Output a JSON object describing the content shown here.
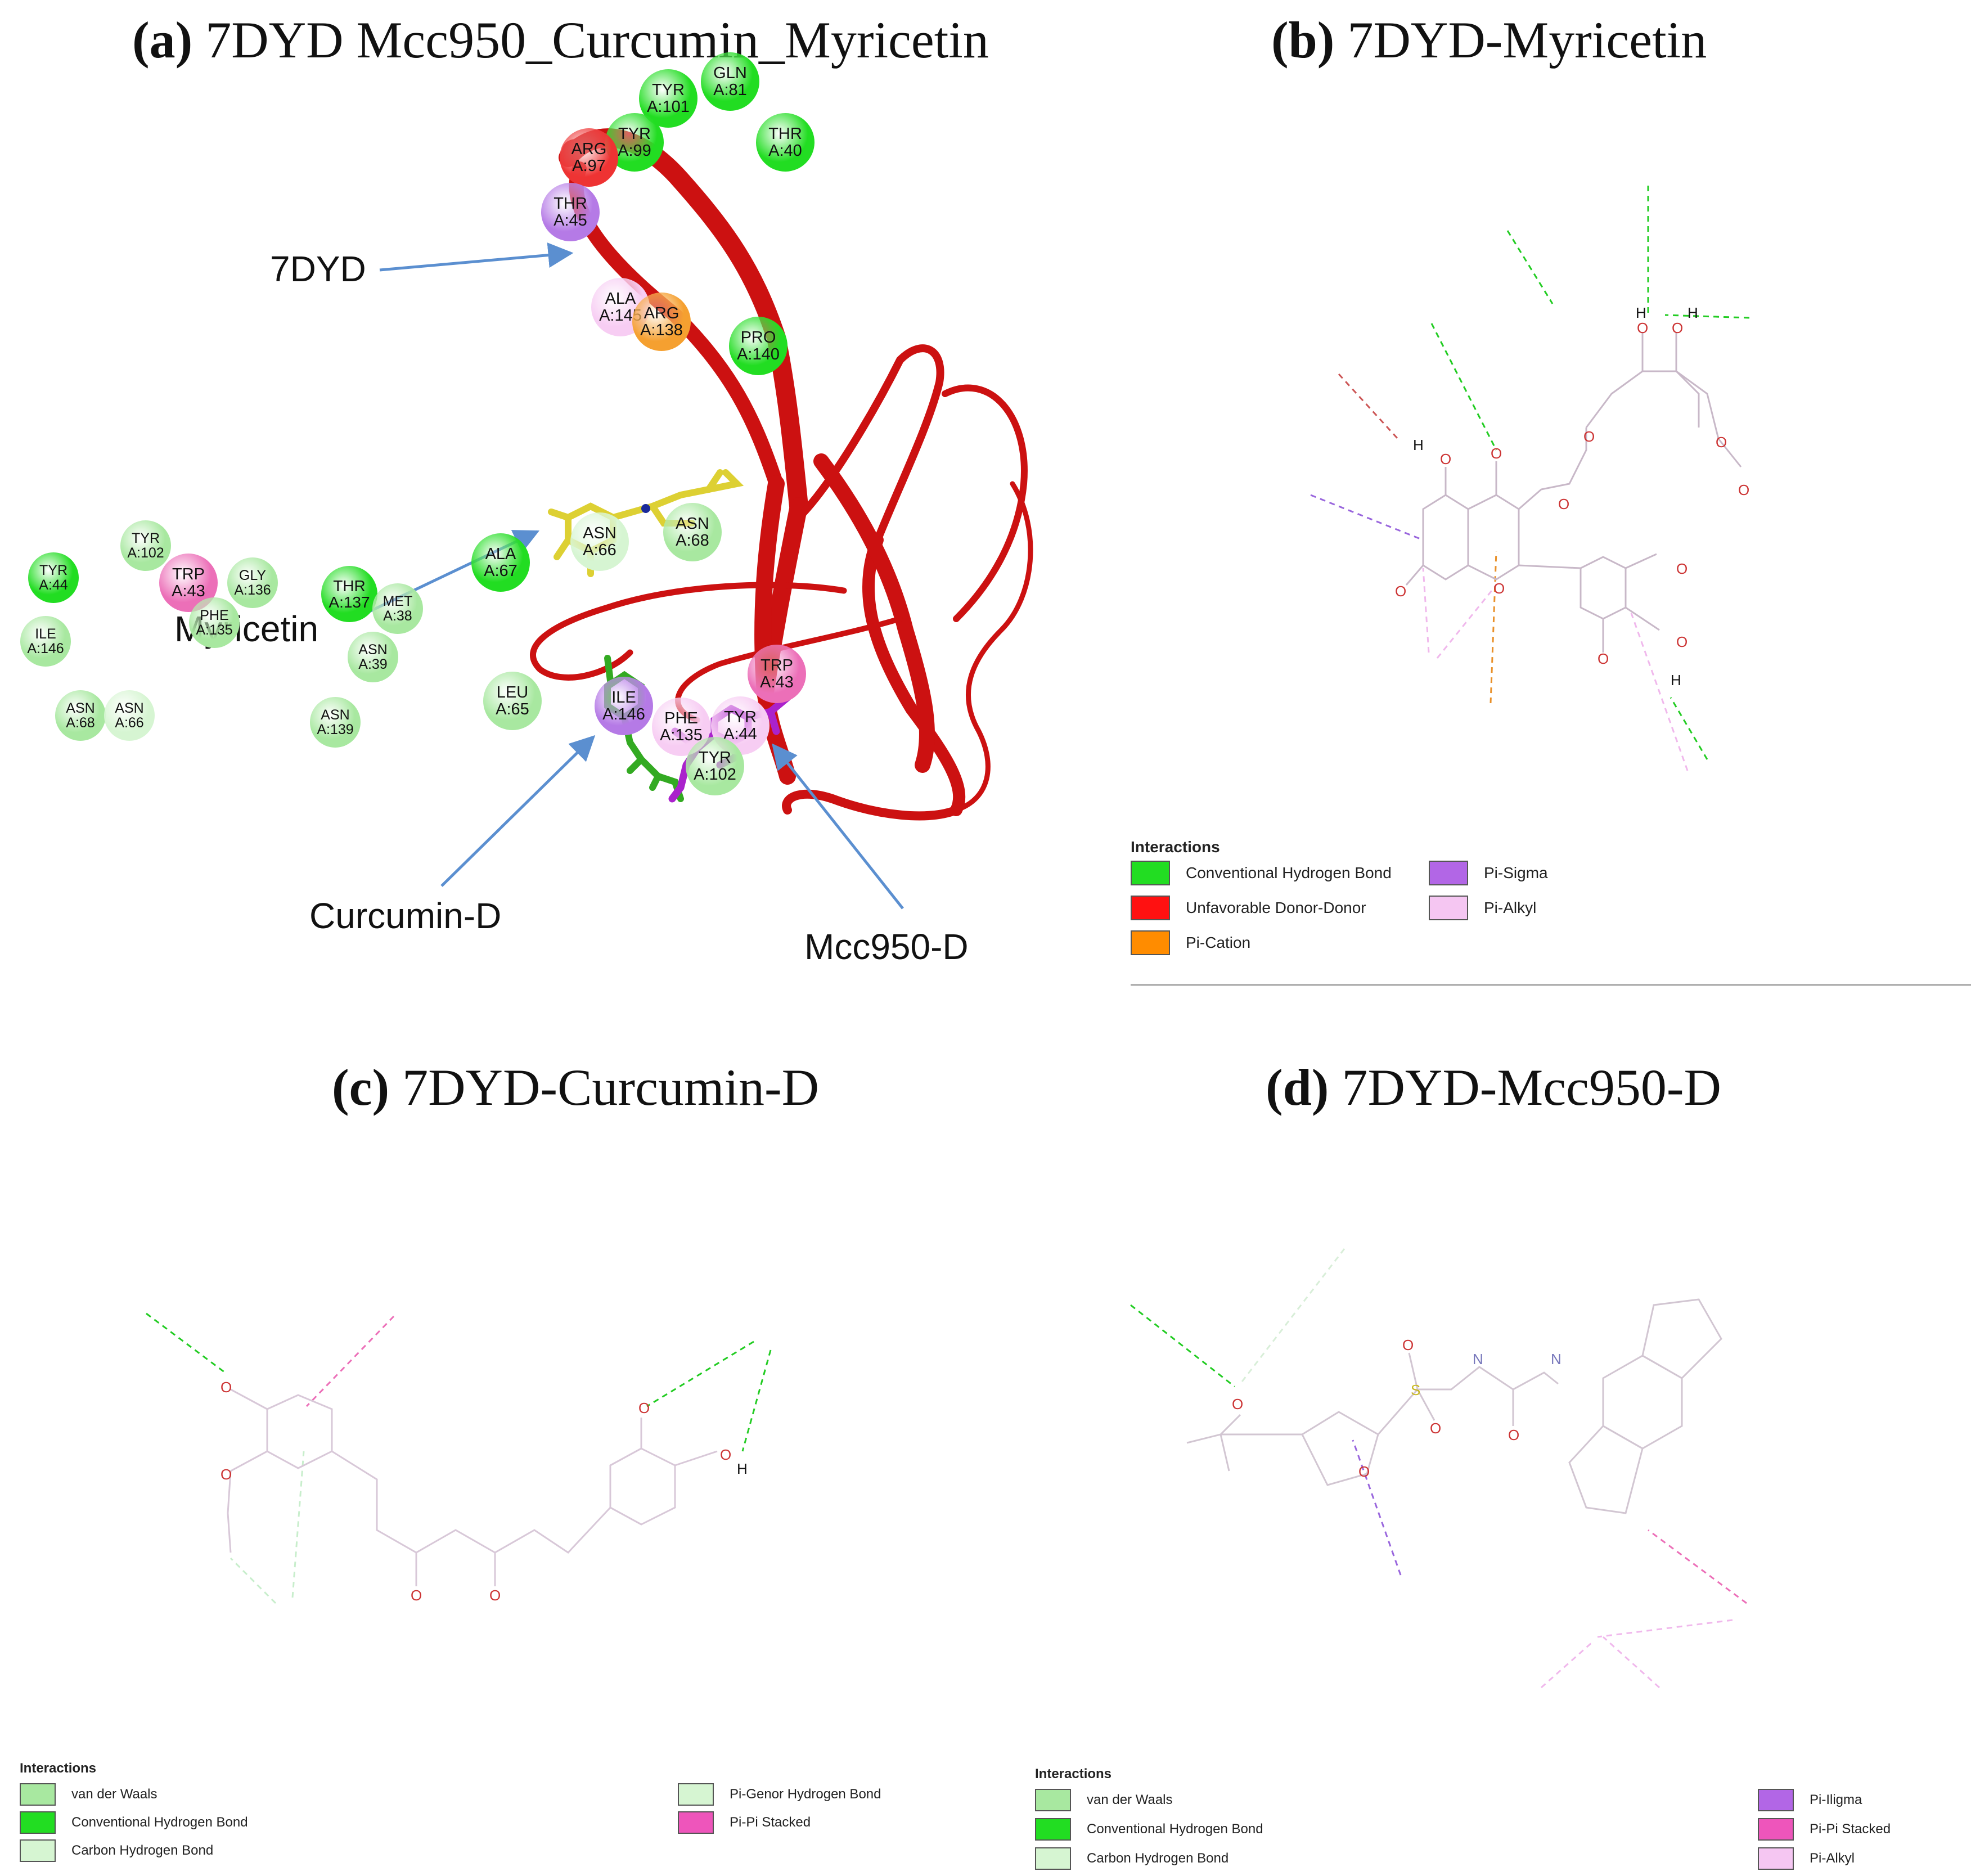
{
  "panel_a": {
    "tag": "(a)",
    "title": "7DYD Mcc950_Curcumin_Myricetin",
    "labels": {
      "protein": "7DYD",
      "myricetin": "Myricetin",
      "curcumin": "Curcumin-D",
      "mcc950": "Mcc950-D"
    }
  },
  "panel_b": {
    "tag": "(b)",
    "title": "7DYD-Myricetin",
    "residues": [
      {
        "name": "GLN",
        "id": "A:81",
        "type": "hbond"
      },
      {
        "name": "TYR",
        "id": "A:101",
        "type": "hbond"
      },
      {
        "name": "TYR",
        "id": "A:99",
        "type": "hbond"
      },
      {
        "name": "THR",
        "id": "A:40",
        "type": "hbond"
      },
      {
        "name": "ARG",
        "id": "A:97",
        "type": "unfavorable"
      },
      {
        "name": "THR",
        "id": "A:45",
        "type": "pisigma"
      },
      {
        "name": "ALA",
        "id": "A:145",
        "type": "pialkyl"
      },
      {
        "name": "ARG",
        "id": "A:138",
        "type": "pication"
      },
      {
        "name": "PRO",
        "id": "A:140",
        "type": "hbond"
      }
    ],
    "legend": {
      "title": "Interactions",
      "left": [
        {
          "label": "Conventional Hydrogen Bond",
          "color": "#22dd22"
        },
        {
          "label": "Unfavorable Donor-Donor",
          "color": "#ff1111"
        },
        {
          "label": "Pi-Cation",
          "color": "#ff8c00"
        }
      ],
      "right": [
        {
          "label": "Pi-Sigma",
          "color": "#b266e6"
        },
        {
          "label": "Pi-Alkyl",
          "color": "#f5c6f2"
        }
      ]
    }
  },
  "panel_c": {
    "tag": "(c)",
    "title": "7DYD-Curcumin-D",
    "residues": [
      {
        "name": "TYR",
        "id": "A:102",
        "type": "vdw"
      },
      {
        "name": "TYR",
        "id": "A:44",
        "type": "hbond"
      },
      {
        "name": "TRP",
        "id": "A:43",
        "type": "pipi"
      },
      {
        "name": "GLY",
        "id": "A:136",
        "type": "vdw"
      },
      {
        "name": "THR",
        "id": "A:137",
        "type": "hbond"
      },
      {
        "name": "MET",
        "id": "A:38",
        "type": "vdw"
      },
      {
        "name": "PHE",
        "id": "A:135",
        "type": "vdw"
      },
      {
        "name": "ILE",
        "id": "A:146",
        "type": "vdw"
      },
      {
        "name": "ASN",
        "id": "A:39",
        "type": "vdw"
      },
      {
        "name": "ASN",
        "id": "A:68",
        "type": "vdw"
      },
      {
        "name": "ASN",
        "id": "A:66",
        "type": "chbond"
      },
      {
        "name": "ASN",
        "id": "A:139",
        "type": "vdw"
      }
    ],
    "legend": {
      "title": "Interactions",
      "left": [
        {
          "label": "van der Waals",
          "color": "#a8e8a0"
        },
        {
          "label": "Conventional Hydrogen Bond",
          "color": "#22dd22"
        },
        {
          "label": "Carbon Hydrogen Bond",
          "color": "#d6f5d2"
        }
      ],
      "right": [
        {
          "label": "Pi-Genor Hydrogen Bond",
          "color": "#d6f5d2"
        },
        {
          "label": "Pi-Pi Stacked",
          "color": "#ee55bb"
        }
      ]
    }
  },
  "panel_d": {
    "tag": "(d)",
    "title": "7DYD-Mcc950-D",
    "residues": [
      {
        "name": "ASN",
        "id": "A:66",
        "type": "chbond"
      },
      {
        "name": "ASN",
        "id": "A:68",
        "type": "vdw"
      },
      {
        "name": "ALA",
        "id": "A:67",
        "type": "hbond"
      },
      {
        "name": "LEU",
        "id": "A:65",
        "type": "vdw"
      },
      {
        "name": "ILE",
        "id": "A:146",
        "type": "pisigma"
      },
      {
        "name": "TRP",
        "id": "A:43",
        "type": "pipi"
      },
      {
        "name": "PHE",
        "id": "A:135",
        "type": "pialkyl"
      },
      {
        "name": "TYR",
        "id": "A:44",
        "type": "pialkyl"
      },
      {
        "name": "TYR",
        "id": "A:102",
        "type": "vdw"
      }
    ],
    "atoms": {
      "n": "N",
      "s": "S",
      "o": "O"
    },
    "legend": {
      "title": "Interactions",
      "left": [
        {
          "label": "van der Waals",
          "color": "#a8e8a0"
        },
        {
          "label": "Conventional Hydrogen Bond",
          "color": "#22dd22"
        },
        {
          "label": "Carbon Hydrogen Bond",
          "color": "#d6f5d2"
        }
      ],
      "right": [
        {
          "label": "Pi-Iligma",
          "color": "#b266e6"
        },
        {
          "label": "Pi-Pi Stacked",
          "color": "#ee55bb"
        },
        {
          "label": "Pi-Alkyl",
          "color": "#f5c6f2"
        }
      ]
    }
  },
  "colors": {
    "hbond": "#22dd22",
    "vdw": "#a8e8a0",
    "chbond": "#d6f5d2",
    "unfavorable": "#ee3333",
    "pication": "#f5a030",
    "pisigma": "#b57ae6",
    "pialkyl": "#f7cdf3",
    "pipi": "#ec6fb8",
    "ribbon": "#cc1111",
    "myricetin": "#ddd033",
    "curcumin": "#33aa22",
    "mcc950": "#aa22cc",
    "arrow": "#5b8fd0"
  }
}
